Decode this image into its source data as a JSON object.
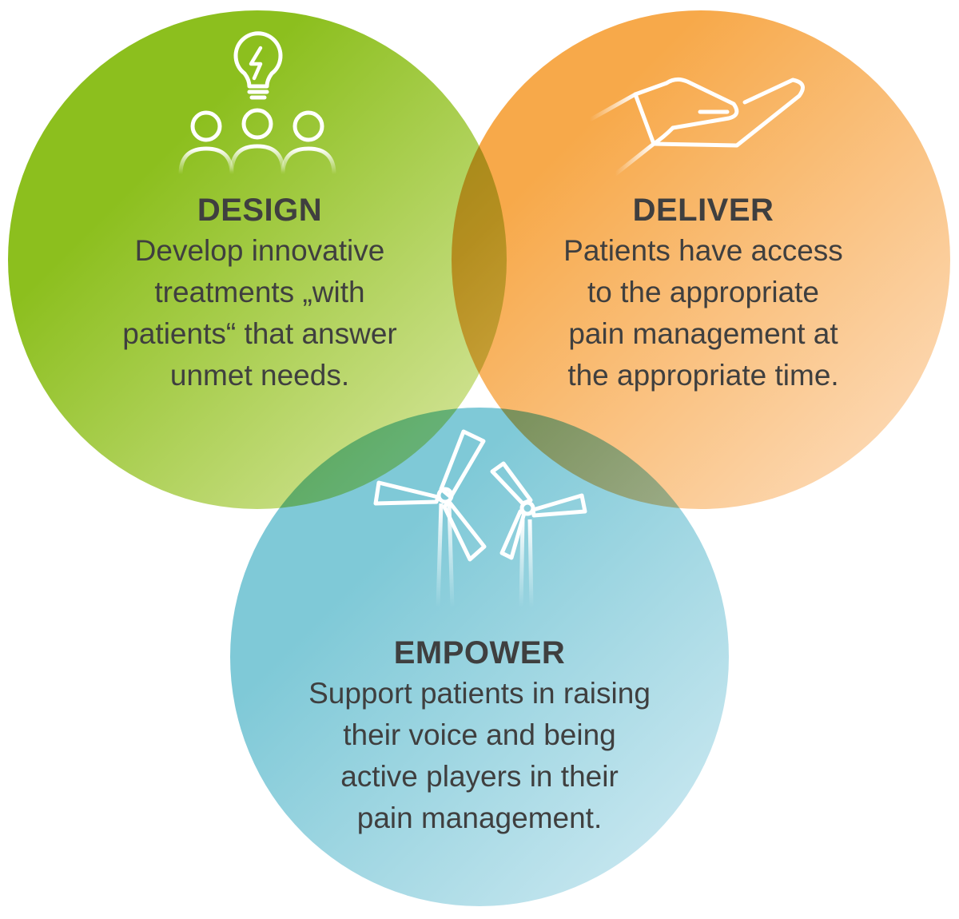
{
  "colors": {
    "design_from": "#8cbf1e",
    "design_to": "#dde9a8",
    "deliver_from": "#f7a94a",
    "deliver_to": "#fde0c4",
    "empower_from": "#7fc9d7",
    "empower_to": "#d4ecf4",
    "text": "#3f3f3f",
    "icon_stroke": "#ffffff"
  },
  "sections": {
    "design": {
      "icon": "lightbulb-people-icon",
      "title": "DESIGN",
      "lines": [
        "Develop innovative",
        "treatments „with",
        "patients“ that answer",
        "unmet needs."
      ]
    },
    "deliver": {
      "icon": "open-hand-icon",
      "title": "DELIVER",
      "lines": [
        "Patients have access",
        "to the appropriate",
        "pain management at",
        "the appropriate time."
      ]
    },
    "empower": {
      "icon": "wind-turbines-icon",
      "title": "EMPOWER",
      "lines": [
        "Support patients in raising",
        "their voice and being",
        "active players in their",
        "pain management."
      ]
    }
  }
}
